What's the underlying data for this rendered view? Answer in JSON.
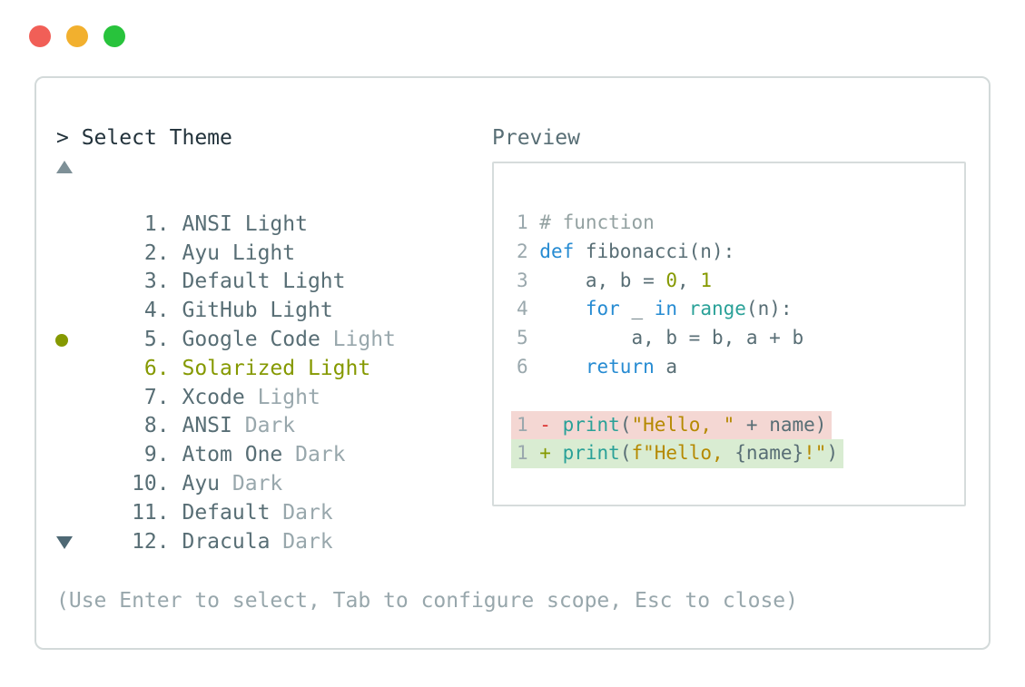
{
  "window": {
    "controls": [
      "close",
      "minimize",
      "zoom"
    ]
  },
  "header": {
    "prompt_prefix": "> ",
    "title": "Select Theme"
  },
  "theme_list": {
    "selected_marker": "circle-bullet",
    "scroll_up_indicator": "up-triangle",
    "scroll_down_indicator": "down-triangle",
    "items": [
      {
        "prefix": "   1. ",
        "name": "ANSI",
        "variant": "Light",
        "variant_muted": false,
        "selected": false
      },
      {
        "prefix": "   2. ",
        "name": "Ayu",
        "variant": "Light",
        "variant_muted": false,
        "selected": false
      },
      {
        "prefix": "   3. ",
        "name": "Default",
        "variant": "Light",
        "variant_muted": false,
        "selected": false
      },
      {
        "prefix": "   4. ",
        "name": "GitHub",
        "variant": "Light",
        "variant_muted": false,
        "selected": false
      },
      {
        "prefix": "   5. ",
        "name": "Google Code",
        "variant": "Light",
        "variant_muted": true,
        "selected": false
      },
      {
        "prefix": "   6. ",
        "name": "Solarized",
        "variant": "Light",
        "variant_muted": false,
        "selected": true
      },
      {
        "prefix": "   7. ",
        "name": "Xcode",
        "variant": "Light",
        "variant_muted": true,
        "selected": false
      },
      {
        "prefix": "   8. ",
        "name": "ANSI",
        "variant": "Dark",
        "variant_muted": true,
        "selected": false
      },
      {
        "prefix": "   9. ",
        "name": "Atom One",
        "variant": "Dark",
        "variant_muted": true,
        "selected": false
      },
      {
        "prefix": "  10. ",
        "name": "Ayu",
        "variant": "Dark",
        "variant_muted": true,
        "selected": false
      },
      {
        "prefix": "  11. ",
        "name": "Default",
        "variant": "Dark",
        "variant_muted": true,
        "selected": false
      },
      {
        "prefix": "  12. ",
        "name": "Dracula",
        "variant": "Dark",
        "variant_muted": true,
        "selected": false
      }
    ]
  },
  "preview": {
    "label": "Preview",
    "code_lines": [
      {
        "bg": "none",
        "tokens": [
          {
            "t": "1 ",
            "c": "ln"
          },
          {
            "t": "# function",
            "c": "comment"
          }
        ]
      },
      {
        "bg": "none",
        "tokens": [
          {
            "t": "2 ",
            "c": "ln"
          },
          {
            "t": "def",
            "c": "blue"
          },
          {
            "t": " fibonacci(n):",
            "c": "base"
          }
        ]
      },
      {
        "bg": "none",
        "tokens": [
          {
            "t": "3 ",
            "c": "ln"
          },
          {
            "t": "    a, b = ",
            "c": "base"
          },
          {
            "t": "0",
            "c": "green"
          },
          {
            "t": ", ",
            "c": "base"
          },
          {
            "t": "1",
            "c": "green"
          }
        ]
      },
      {
        "bg": "none",
        "tokens": [
          {
            "t": "4 ",
            "c": "ln"
          },
          {
            "t": "    ",
            "c": "base"
          },
          {
            "t": "for",
            "c": "blue"
          },
          {
            "t": " _ ",
            "c": "base"
          },
          {
            "t": "in",
            "c": "blue"
          },
          {
            "t": " ",
            "c": "base"
          },
          {
            "t": "range",
            "c": "cyan"
          },
          {
            "t": "(n):",
            "c": "base"
          }
        ]
      },
      {
        "bg": "none",
        "tokens": [
          {
            "t": "5 ",
            "c": "ln"
          },
          {
            "t": "        a, b = b, a + b",
            "c": "base"
          }
        ]
      },
      {
        "bg": "none",
        "tokens": [
          {
            "t": "6 ",
            "c": "ln"
          },
          {
            "t": "    ",
            "c": "base"
          },
          {
            "t": "return",
            "c": "blue"
          },
          {
            "t": " a",
            "c": "base"
          }
        ]
      },
      {
        "blank": true
      },
      {
        "bg": "removed",
        "tokens": [
          {
            "t": "1 ",
            "c": "ln"
          },
          {
            "t": "-",
            "c": "red"
          },
          {
            "t": " ",
            "c": "base"
          },
          {
            "t": "print",
            "c": "cyan"
          },
          {
            "t": "(",
            "c": "base"
          },
          {
            "t": "\"Hello, \"",
            "c": "yellow"
          },
          {
            "t": " + name)",
            "c": "base"
          }
        ]
      },
      {
        "bg": "added",
        "tokens": [
          {
            "t": "1 ",
            "c": "ln"
          },
          {
            "t": "+",
            "c": "green"
          },
          {
            "t": " ",
            "c": "base"
          },
          {
            "t": "print",
            "c": "cyan"
          },
          {
            "t": "(",
            "c": "base"
          },
          {
            "t": "f\"Hello, ",
            "c": "yellow"
          },
          {
            "t": "{name}",
            "c": "base"
          },
          {
            "t": "!\"",
            "c": "yellow"
          },
          {
            "t": ")",
            "c": "base"
          }
        ]
      }
    ]
  },
  "footer": {
    "hint": "(Use Enter to select, Tab to configure scope, Esc to close)"
  },
  "colors": {
    "accent_selected": "#859900",
    "text_dark": "#22323b",
    "text_base": "#586e75",
    "text_muted": "#98a7ac",
    "comment": "#93a1a1",
    "line_number": "#9aa8ad",
    "syntax_blue": "#268bd2",
    "syntax_cyan": "#2aa198",
    "syntax_green": "#859900",
    "syntax_yellow": "#b58900",
    "syntax_red": "#dc322f",
    "diff_removed_bg": "#f4d7d3",
    "diff_added_bg": "#d9ecd2",
    "window_border": "#d3dada",
    "traffic_red": "#f15f57",
    "traffic_yellow": "#f2b02e",
    "traffic_green": "#28c33c",
    "scroll_up_arrow": "#7e9097",
    "scroll_down_arrow": "#4e6874"
  }
}
